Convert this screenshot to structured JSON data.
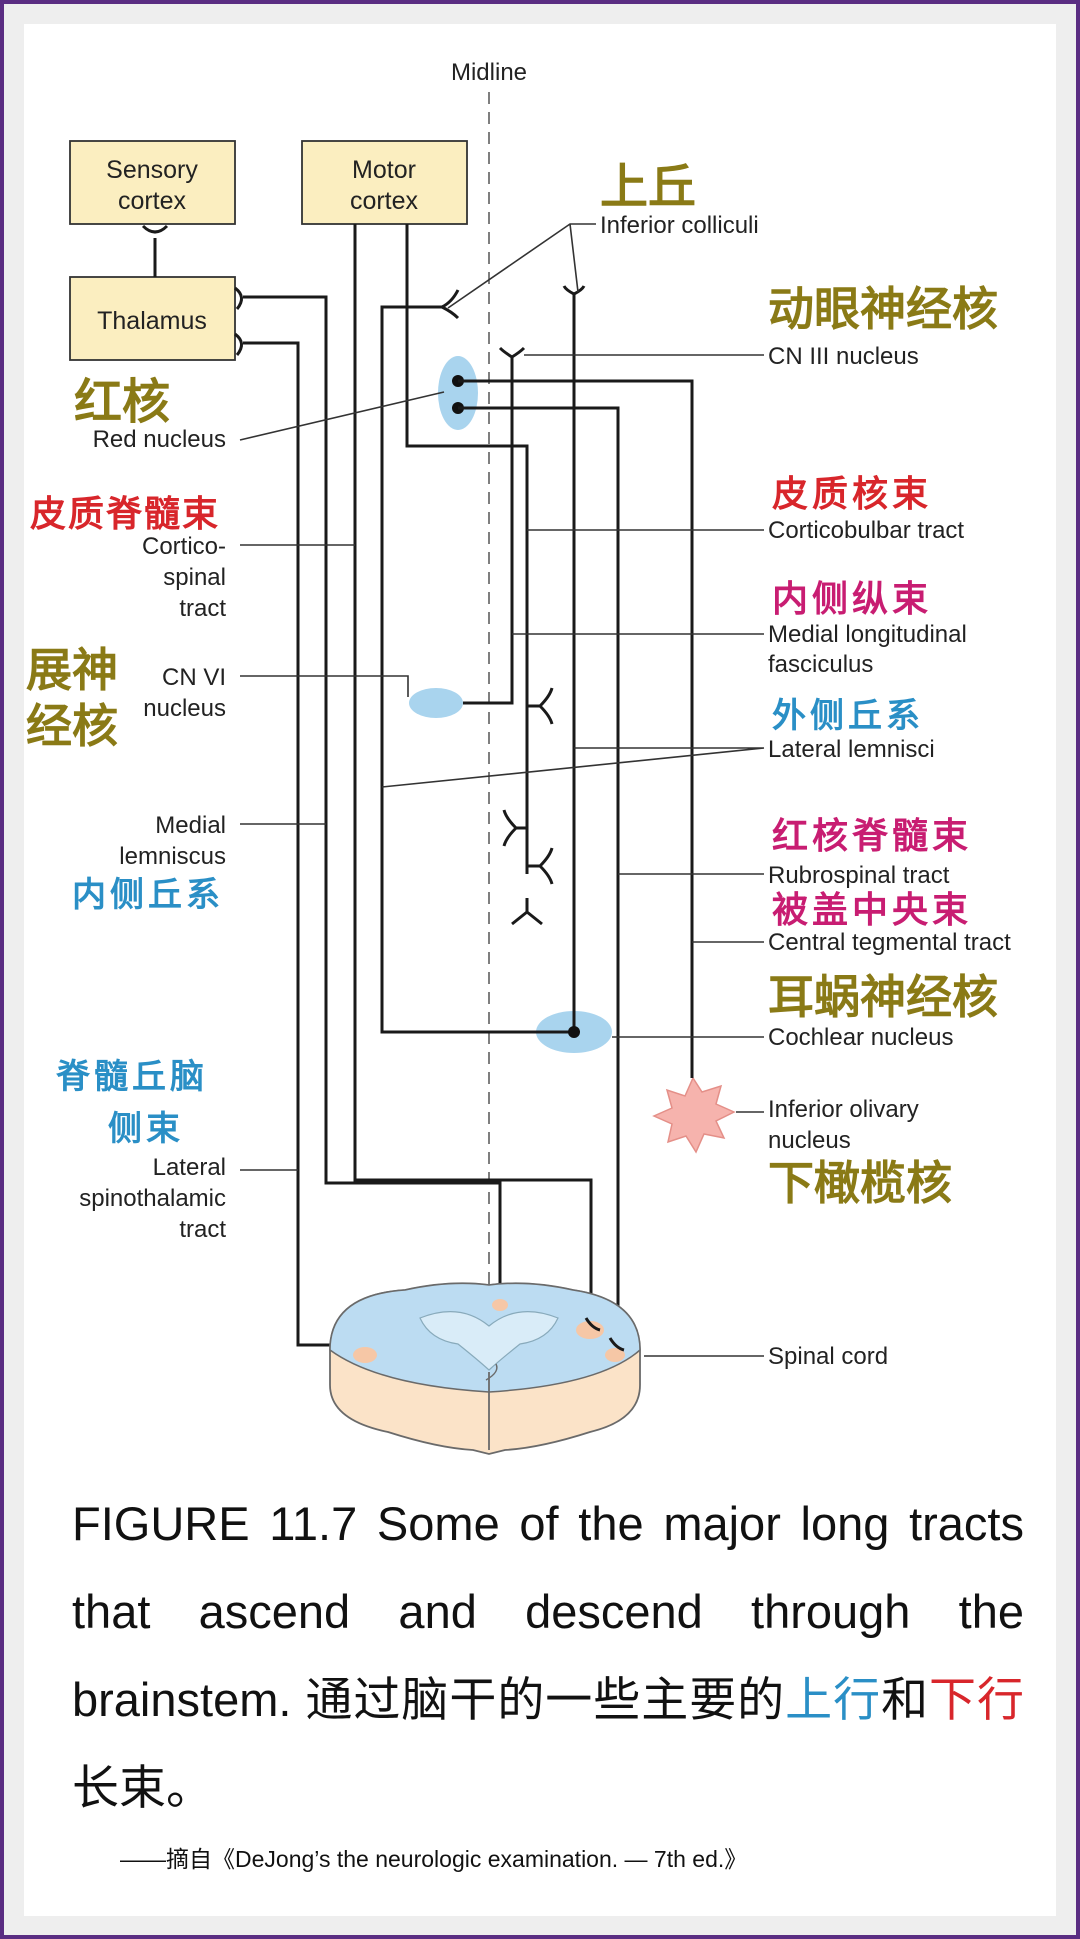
{
  "labels": {
    "midline": "Midline",
    "sensory_cortex": [
      "Sensory",
      "cortex"
    ],
    "motor_cortex": [
      "Motor",
      "cortex"
    ],
    "thalamus": "Thalamus",
    "inferior_colliculi": "Inferior colliculi",
    "inferior_colliculi_zh": "上丘",
    "cn3_nucleus": "CN III nucleus",
    "cn3_nucleus_zh": "动眼神经核",
    "red_nucleus": "Red nucleus",
    "red_nucleus_zh": "红核",
    "corticospinal": [
      "Cortico-",
      "spinal",
      "tract"
    ],
    "corticospinal_zh": "皮质脊髓束",
    "corticobulbar": "Corticobulbar tract",
    "corticobulbar_zh": "皮质核束",
    "mlf": [
      "Medial longitudinal",
      "fasciculus"
    ],
    "mlf_zh": "内侧纵束",
    "cn6_nucleus": [
      "CN VI",
      "nucleus"
    ],
    "cn6_nucleus_zh": [
      "展神",
      "经核"
    ],
    "lateral_lemnisci": "Lateral lemnisci",
    "lateral_lemnisci_zh": "外侧丘系",
    "medial_lemniscus": [
      "Medial",
      "lemniscus"
    ],
    "medial_lemniscus_zh": "内侧丘系",
    "rubrospinal": "Rubrospinal tract",
    "rubrospinal_zh": "红核脊髓束",
    "central_tegmental": "Central tegmental tract",
    "central_tegmental_zh": "被盖中央束",
    "cochlear_nucleus": "Cochlear nucleus",
    "cochlear_nucleus_zh": "耳蜗神经核",
    "lateral_spinothalamic": [
      "Lateral",
      "spinothalamic",
      "tract"
    ],
    "lateral_spinothalamic_zh": [
      "脊髓丘脑",
      "侧束"
    ],
    "inferior_olivary": [
      "Inferior olivary",
      "nucleus"
    ],
    "inferior_olivary_zh": "下橄榄核",
    "spinal_cord": "Spinal cord"
  },
  "caption": {
    "en": "FIGURE 11.7 Some of the major long tracts that ascend and descend through the brainstem.",
    "zh_pre": "通过脑干的一些主要的",
    "zh_ascend": "上行",
    "zh_and": "和",
    "zh_descend": "下行",
    "zh_post": "长束。"
  },
  "source": "——摘自《DeJong’s the neurologic examination. — 7th ed.》",
  "colors": {
    "frame": "#5a2d82",
    "box_fill": "#fbeec0",
    "nucleus_blue": "#a9d4ee",
    "olive_pink": "#f6b3ad",
    "zh_olive": "#8a7a16",
    "zh_red": "#d8262b",
    "zh_magenta": "#c81d72",
    "zh_blue": "#2a8fc6"
  }
}
